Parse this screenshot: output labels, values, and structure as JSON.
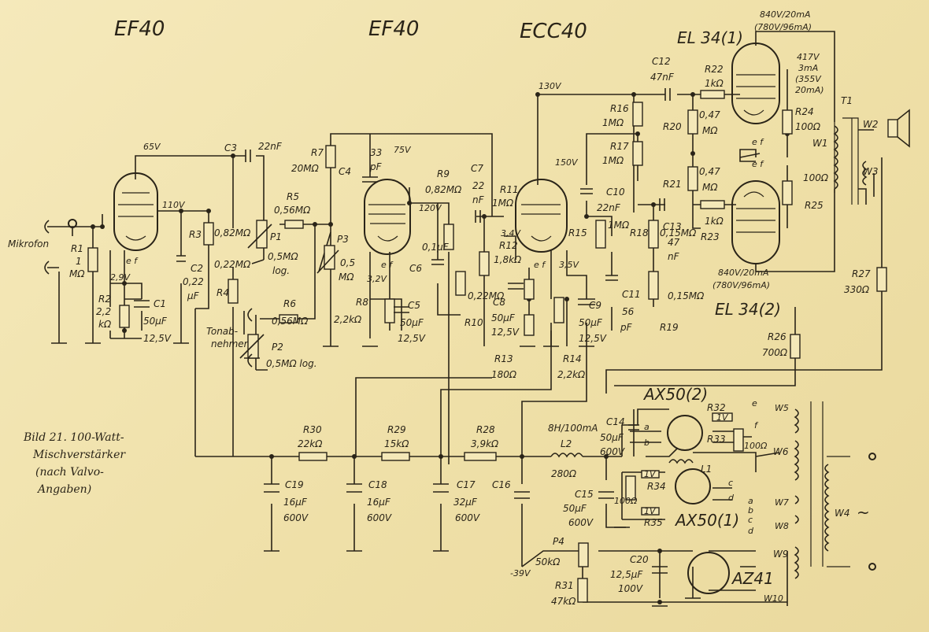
{
  "tubes": {
    "v1": "EF40",
    "v2": "EF40",
    "v3": "ECC40",
    "v4": "EL 34(1)",
    "v5": "EL 34(2)",
    "r1": "AX50(2)",
    "r2": "AX50(1)",
    "r3": "AZ41"
  },
  "caption": [
    "Bild 21. 100-Watt-",
    "Mischverstärker",
    "(nach Valvo-",
    "Angaben)"
  ],
  "inputs": {
    "mic": "Mikrofon",
    "pickup1": "Tonab-",
    "pickup2": "nehmer"
  },
  "voltages": {
    "v65": "65V",
    "v110": "110V",
    "v75": "75V",
    "v120": "120V",
    "v130": "130V",
    "v150": "150V",
    "v29": "2,9V",
    "v32": "3,2V",
    "v34": "3,4V",
    "v35": "3,5V",
    "neg39": "-39V",
    "el1a": "840V/20mA",
    "el1b": "(780V/96mA)",
    "g2a": "417V",
    "g2b": "3mA",
    "g2c": "(355V",
    "g2d": "20mA)",
    "el2a": "840V/20mA",
    "el2b": "(780V/96mA)"
  },
  "ef": "e f",
  "parts": {
    "R1": "R1",
    "R1v": "1",
    "R1u": "MΩ",
    "R2": "R2",
    "R2v": "2,2",
    "R2u": "kΩ",
    "C1": "C1",
    "C1v": "50µF",
    "C1w": "12,5V",
    "C2": "C2",
    "C2v": "0,22",
    "C2u": "µF",
    "R3": "R3",
    "R3v": "0,82MΩ",
    "R4": "R4",
    "R4v": "0,22MΩ",
    "C3": "C3",
    "C3v": "22nF",
    "R5": "R5",
    "R5v": "0,56MΩ",
    "P1": "P1",
    "P1v": "0,5MΩ",
    "P1u": "log.",
    "R6": "R6",
    "R6v": "0,56MΩ",
    "P2": "P2",
    "P2v": "0,5MΩ log.",
    "R7": "R7",
    "R7v": "20MΩ",
    "C4": "C4",
    "C4v": "33",
    "C4u": "pF",
    "P3": "P3",
    "P3v": "0,5",
    "P3u": "MΩ",
    "R8": "R8",
    "R8v": "2,2kΩ",
    "C5": "C5",
    "C5v": "50µF",
    "C5w": "12,5V",
    "C6": "C6",
    "C6v": "0,1µF",
    "R9": "R9",
    "R9v": "0,82MΩ",
    "R10": "R10",
    "R10v": "0,22MΩ",
    "C7": "C7",
    "C7v": "22",
    "C7u": "nF",
    "R11": "R11",
    "R11v": "1MΩ",
    "R12": "R12",
    "R12v": "1,8kΩ",
    "C8": "C8",
    "C8v": "50µF",
    "C8w": "12,5V",
    "R13": "R13",
    "R13v": "180Ω",
    "R14": "R14",
    "R14v": "2,2kΩ",
    "R15": "R15",
    "R15v": "1MΩ",
    "C9": "C9",
    "C9v": "50µF",
    "C9w": "12,5V",
    "R16": "R16",
    "R16v": "1MΩ",
    "R17": "R17",
    "R17v": "1MΩ",
    "C10": "C10",
    "C10v": "22nF",
    "C11": "C11",
    "C11v": "56",
    "C11u": "pF",
    "R18": "R18",
    "R18v": "0,15MΩ",
    "R19": "R19",
    "R19v": "0,15MΩ",
    "C12": "C12",
    "C12v": "47nF",
    "C13": "C13",
    "C13v": "47",
    "C13u": "nF",
    "R20": "R20",
    "R20v": "0,47",
    "R20u": "MΩ",
    "R21": "R21",
    "R21v": "0,47",
    "R21u": "MΩ",
    "R22": "R22",
    "R22v": "1kΩ",
    "R23": "R23",
    "R23v": "1kΩ",
    "R24": "R24",
    "R24v": "100Ω",
    "R25": "R25",
    "R25v": "100Ω",
    "R26": "R26",
    "R26v": "700Ω",
    "R27": "R27",
    "R27v": "330Ω",
    "T1": "T1",
    "W1": "W1",
    "W2": "W2",
    "W3": "W3",
    "W4": "W4",
    "W5": "W5",
    "W6": "W6",
    "W7": "W7",
    "W8": "W8",
    "W9": "W9",
    "W10": "W10",
    "R28": "R28",
    "R28v": "3,9kΩ",
    "R29": "R29",
    "R29v": "15kΩ",
    "R30": "R30",
    "R30v": "22kΩ",
    "C16": "C16",
    "C17": "C17",
    "C17v": "32µF",
    "C17w": "600V",
    "C18": "C18",
    "C18v": "16µF",
    "C18w": "600V",
    "C19": "C19",
    "C19v": "16µF",
    "C19w": "600V",
    "L1": "L1",
    "L2": "L2",
    "L2a": "8H/100mA",
    "L2v": "280Ω",
    "C14": "C14",
    "C14v": "50µF",
    "C14w": "600V",
    "C15": "C15",
    "C15v": "50µF",
    "C15w": "600V",
    "R32": "R32",
    "R33": "R33",
    "R34": "R34",
    "R35": "R35",
    "r1v": "1V",
    "r100": "100Ω",
    "P4": "P4",
    "P4v": "50kΩ",
    "R31": "R31",
    "R31v": "47kΩ",
    "C20": "C20",
    "C20v": "12,5µF",
    "C20w": "100V",
    "a": "a",
    "b": "b",
    "c": "c",
    "d": "d",
    "e": "e",
    "f": "f",
    "ac": "~"
  }
}
